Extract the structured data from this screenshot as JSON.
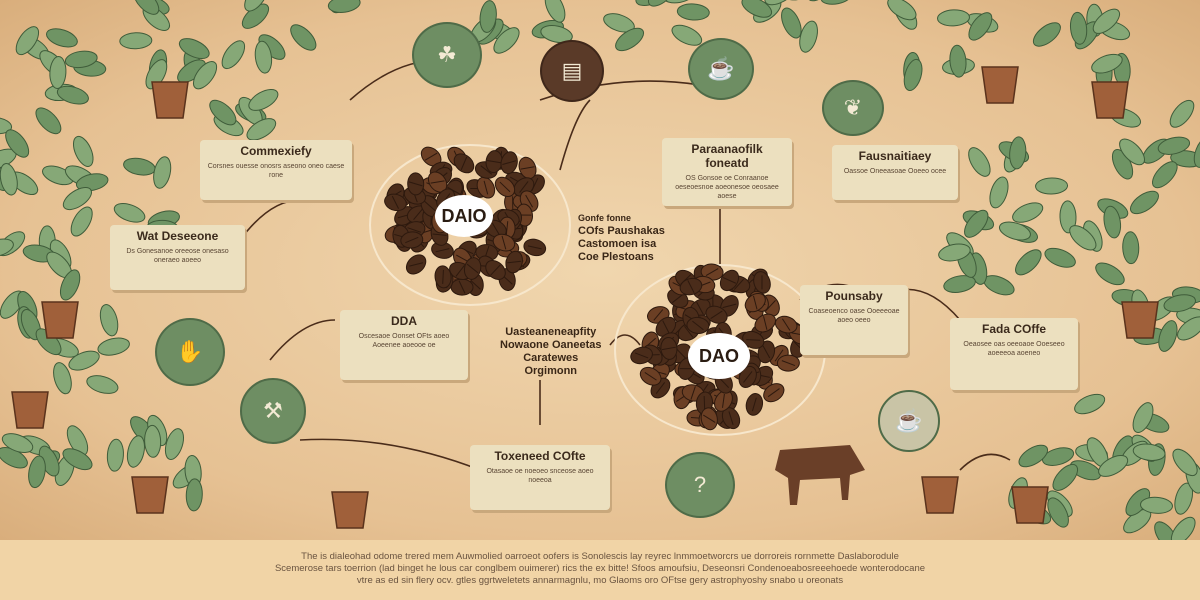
{
  "nodes": {
    "center_main": "DAIO",
    "center_secondary": "DAO"
  },
  "boxes": [
    {
      "title": "Commexiefy",
      "body": "Corsnes ouesse onosrs aseono oneo caese rone"
    },
    {
      "title": "Wat Deseeone",
      "body": "Ds Gonesanoe oreeose onesaso oneraeo aoeeo"
    },
    {
      "title": "DDA",
      "body": "Oscesaoe Oonset OFts aoeo Aoeenee aoeooe oe"
    },
    {
      "title": "Toxeneed COfte",
      "body": "Otasaoe oe noeoeo snceose aoeo noeeoa"
    },
    {
      "title": "Paraanaofilk foneatd",
      "body": "OS Gonsoe oe Conraanoe oeseoesnoe aoeonesoe oeosaee aoese"
    },
    {
      "title": "Fausnaitiaey",
      "body": "Oassoe Oneeasoae Ooeeo ocee"
    },
    {
      "title": "Pounsaby",
      "body": "Coaseoenco oase Ooeeeoae aoeo oeeo"
    },
    {
      "title": "Fada COffe",
      "body": "Oeaosee oas oeeoaoe Ooeseeo aoeeeoa aoeneo"
    }
  ],
  "floating_text": {
    "upper": [
      "Gonfe fonne",
      "COfs Paushakas",
      "Castomoen isa",
      "Coe Plestoans"
    ],
    "lower": [
      "Uasteaneneapfity",
      "Nowaone Oaneetas",
      "Caratewes",
      "Orgimonn"
    ]
  },
  "footer_lines": [
    "The is dialeohad odome trered mem Auwmolied oarroeot oofers is Sonolescis lay reyrec lnmmoetworcrs ue dorroreis rornmette Daslaborodule",
    "Scemerose tars toerrion (lad binget he lous car conglbem ouimerer) rics the ex bitte! Sfoos amoufsiu, Deseonsri Condenoeabosreeehoede wonterodocane",
    "vtre as ed sin flery ocv. gtles ggrtweletets annarmagnlu, mo Glaoms oro OFtse gery astrophyoshy snabo u oreonats"
  ],
  "colors": {
    "accent_green": "#6e8e63",
    "bean_brown": "#4a2c1a",
    "paper": "#ece0bf",
    "background": "#e9c99c"
  }
}
